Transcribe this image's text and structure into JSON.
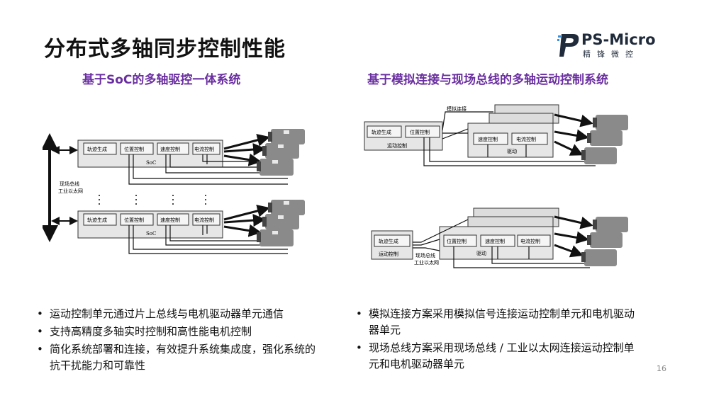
{
  "title": "分布式多轴同步控制性能",
  "logo": {
    "name": "PS-Micro",
    "sub": "精锋微控",
    "icon": "ps-logo-icon"
  },
  "left": {
    "subtitle": "基于SoC的多轴驱控一体系统",
    "diagram": {
      "bus_label_1": "现场总线",
      "bus_label_2": "工业以太网",
      "blocks": [
        "轨迹生成",
        "位置控制",
        "速度控制",
        "电流控制"
      ],
      "soc_label": "SoC"
    },
    "bullets": [
      "运动控制单元通过片上总线与电机驱动器单元通信",
      "支持高精度多轴实时控制和高性能电机控制",
      "简化系统部署和连接，有效提升系统集成度，强化系统的抗干扰能力和可靠性"
    ]
  },
  "right": {
    "subtitle": "基于模拟连接与现场总线的多轴运动控制系统",
    "diagram": {
      "analog_label": "模拟连接",
      "top_blocks": [
        "轨迹生成",
        "位置控制"
      ],
      "motion_label": "运动控制",
      "drive_blocks_top": [
        "速度控制",
        "电流控制"
      ],
      "drive_label": "驱动",
      "bottom_block": "轨迹生成",
      "bottom_motion_label": "运动控制",
      "bus_label_1": "现场总线",
      "bus_label_2": "工业以太网",
      "drive_blocks_bottom": [
        "位置控制",
        "速度控制",
        "电流控制"
      ]
    },
    "bullets": [
      "模拟连接方案采用模拟信号连接运动控制单元和电机驱动器单元",
      "现场总线方案采用现场总线 / 工业以太网连接运动控制单元和电机驱动器单元"
    ]
  },
  "page_number": "16"
}
